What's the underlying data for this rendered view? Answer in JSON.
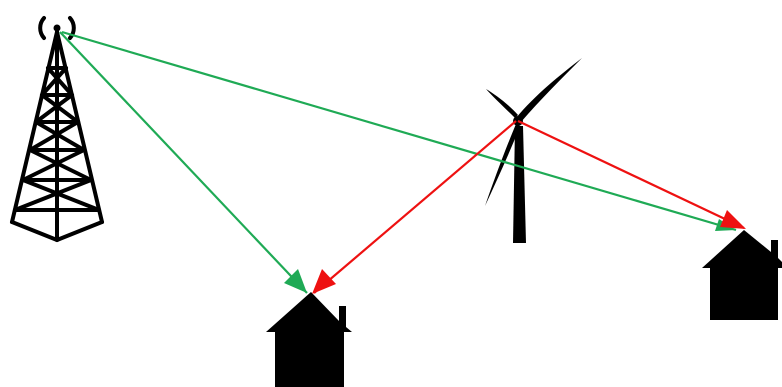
{
  "diagram": {
    "description_nodes": [
      {
        "id": "transmitter",
        "icon": "radio-tower-icon"
      },
      {
        "id": "turbine",
        "icon": "wind-turbine-icon"
      },
      {
        "id": "house-near",
        "icon": "house-icon"
      },
      {
        "id": "house-far",
        "icon": "house-icon"
      }
    ],
    "edges": [
      {
        "from": "transmitter",
        "to": "house-near",
        "kind": "direct-signal"
      },
      {
        "from": "transmitter",
        "to": "house-far",
        "kind": "direct-signal"
      },
      {
        "from": "turbine",
        "to": "house-near",
        "kind": "reflected-signal"
      },
      {
        "from": "turbine",
        "to": "house-far",
        "kind": "reflected-signal"
      }
    ],
    "colors": {
      "direct_signal": "#1faa55",
      "reflected_signal": "#ee1111",
      "icon_fill": "#000000",
      "background": "#ffffff"
    }
  }
}
